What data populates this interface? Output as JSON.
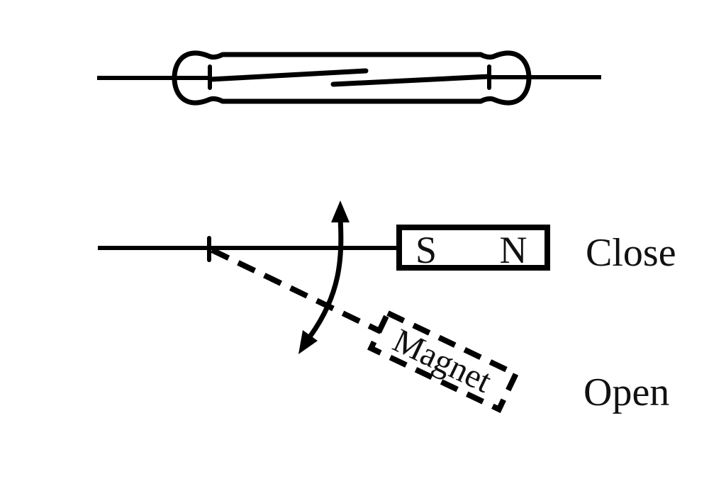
{
  "diagram": {
    "reed_switch": {
      "part": "reed-switch-symbol"
    },
    "magnet": {
      "south": "S",
      "north": "N",
      "name": "Magnet"
    },
    "states": {
      "close": "Close",
      "open": "Open"
    }
  },
  "icons": {
    "rotation_arrow": "curved-double-headed-arrow"
  },
  "colors": {
    "ink": "#000000",
    "background": "#ffffff"
  }
}
